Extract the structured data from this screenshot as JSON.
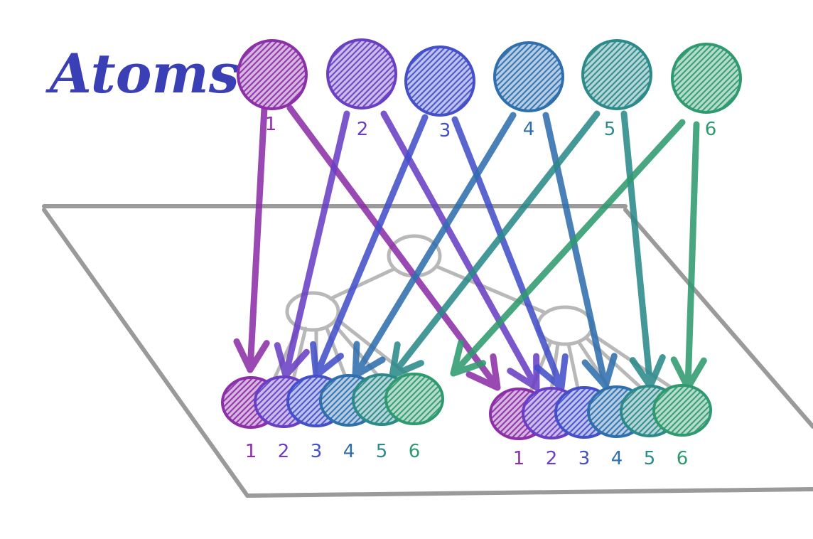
{
  "title": "Atoms",
  "colors": {
    "title": "#3b3fb5",
    "plane": "#9a9a9a",
    "tree": "#b8b8b8",
    "atoms": [
      "#8d2fa8",
      "#6a3fc4",
      "#4450c9",
      "#2f6fae",
      "#2c8a8a",
      "#2f9a70"
    ]
  },
  "atoms": [
    {
      "label": "1"
    },
    {
      "label": "2"
    },
    {
      "label": "3"
    },
    {
      "label": "4"
    },
    {
      "label": "5"
    },
    {
      "label": "6"
    }
  ],
  "groups": [
    {
      "labels": [
        "1",
        "2",
        "3",
        "4",
        "5",
        "6"
      ]
    },
    {
      "labels": [
        "1",
        "2",
        "3",
        "4",
        "5",
        "6"
      ]
    }
  ]
}
